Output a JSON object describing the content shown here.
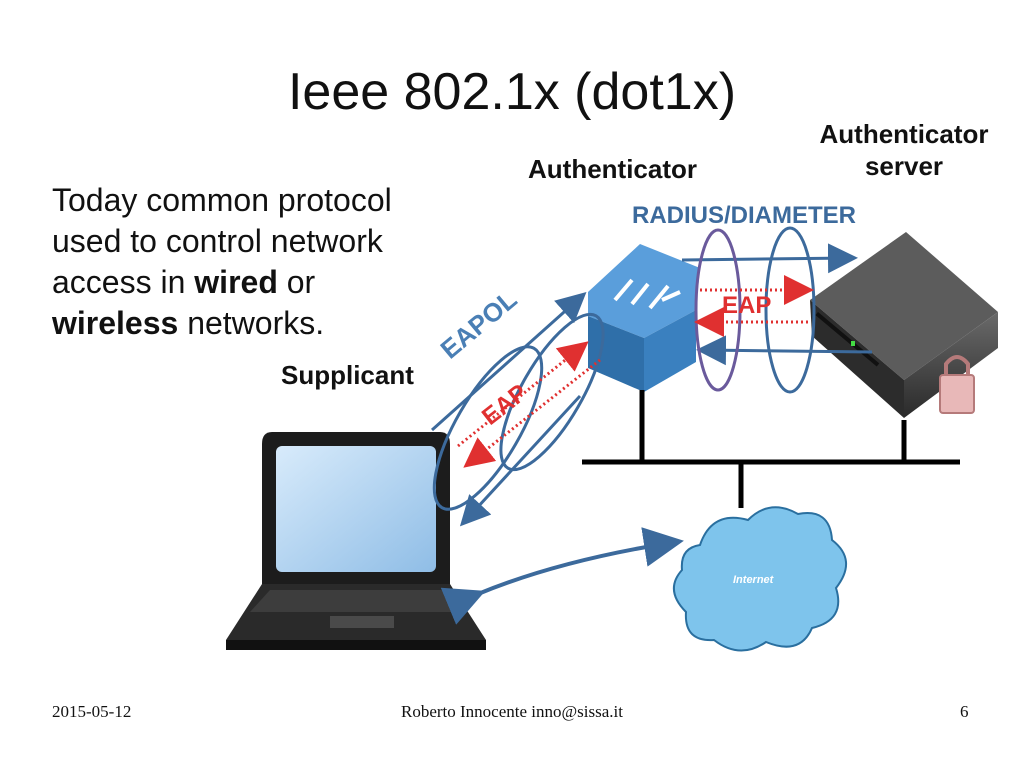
{
  "title": "Ieee 802.1x (dot1x)",
  "body": {
    "line1": "Today common protocol",
    "line2": "used to control network",
    "line3_pre": "access in ",
    "line3_bold": "wired",
    "line3_post": " or",
    "line4_bold": "wireless",
    "line4_post": " networks."
  },
  "diagram": {
    "supplicant": "Supplicant",
    "authenticator": "Authenticator",
    "auth_server_line1": "Authenticator",
    "auth_server_line2": "server",
    "radius": "RADIUS/DIAMETER",
    "eapol": "EAPOL",
    "eap_left": "EAP",
    "eap_right": "EAP",
    "internet": "Internet"
  },
  "footer": {
    "date": "2015-05-12",
    "author": "Roberto Innocente inno@sissa.it",
    "page": "6"
  },
  "colors": {
    "arrow_blue": "#3c6a9c",
    "eap_red": "#e03030",
    "switch_blue": "#4a8fce"
  }
}
